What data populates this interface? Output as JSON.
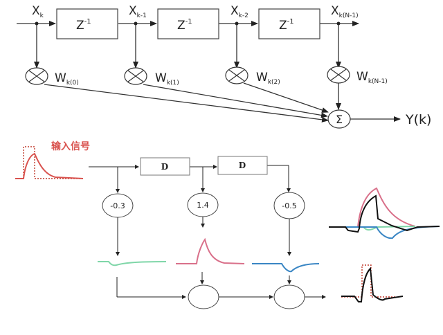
{
  "top_diagram": {
    "taps": [
      {
        "x_label": "X",
        "x_sub": "k",
        "w_label": "W",
        "w_sub": "k(0)"
      },
      {
        "x_label": "X",
        "x_sub": "k-1",
        "w_label": "W",
        "w_sub": "k(1)"
      },
      {
        "x_label": "X",
        "x_sub": "k-2",
        "w_label": "W",
        "w_sub": "k(2)"
      },
      {
        "x_label": "X",
        "x_sub": "k(N-1)",
        "w_label": "W",
        "w_sub": "k(N-1)"
      }
    ],
    "delay_blocks": [
      {
        "label": "Z",
        "sup": "-1"
      },
      {
        "label": "Z",
        "sup": "-1"
      },
      {
        "label": "Z",
        "sup": "-1"
      }
    ],
    "sum_symbol": "Σ",
    "output_label": "Y(k)"
  },
  "bottom_diagram": {
    "input_label": "输入信号",
    "delay_blocks": [
      "D",
      "D"
    ],
    "coefficients": [
      "-0.3",
      "1.4",
      "-0.5"
    ],
    "colors": {
      "input": "#d9534f",
      "tap0": "#7fd6a8",
      "tap1": "#d9708a",
      "tap2": "#3a86c4",
      "output": "#111111"
    }
  }
}
